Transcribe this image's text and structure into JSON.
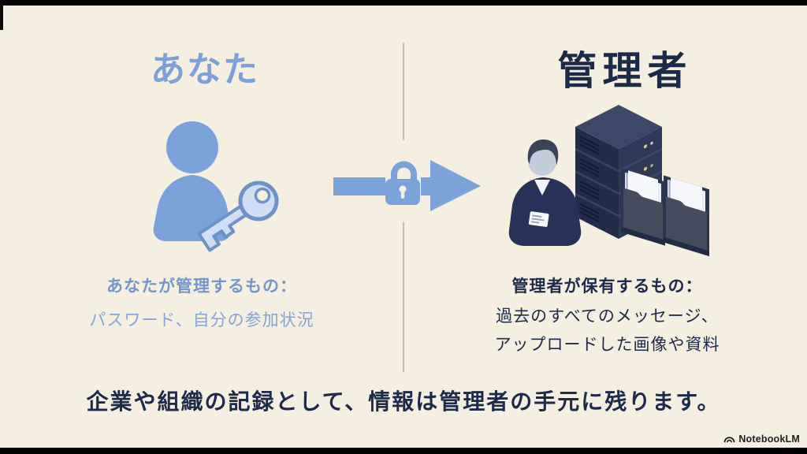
{
  "left": {
    "title": "あなた",
    "caption_heading": "あなたが管理するもの：",
    "caption_body": "パスワード、自分の参加状況"
  },
  "right": {
    "title": "管理者",
    "caption_heading": "管理者が保有するもの：",
    "caption_line1": "過去のすべてのメッセージ、",
    "caption_line2": "アップロードした画像や資料"
  },
  "footer": {
    "note": "企業や組織の記録として、情報は管理者の手元に残ります。"
  },
  "watermark": {
    "label": "NotebookLM"
  },
  "icons": {
    "left": "user-with-key-icon",
    "center": "lock-arrow-icon",
    "right": "admin-with-servers-and-folders-icon",
    "watermark": "notebooklm-logo-icon"
  },
  "colors": {
    "background": "#f5efe1",
    "accent_blue": "#7ba1d8",
    "key_light_blue": "#cfdef3",
    "navy_text": "#1d2a4b",
    "illustration_navy": "#283258",
    "letterbox": "#000000"
  }
}
